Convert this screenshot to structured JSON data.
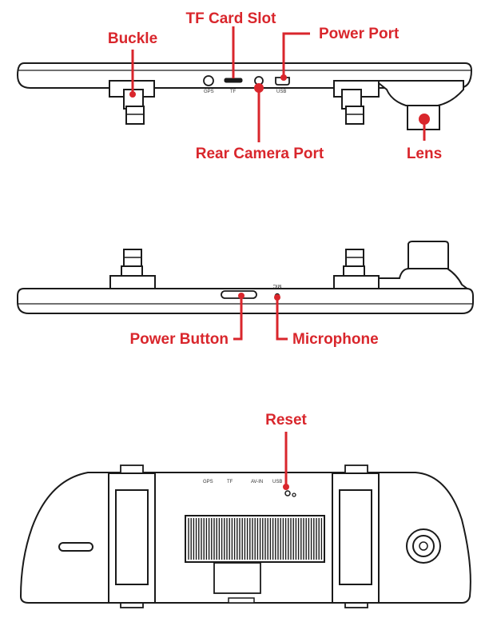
{
  "colors": {
    "accent": "#d9262c",
    "line": "#1a1a1a"
  },
  "labels": {
    "buckle": "Buckle",
    "tf_card_slot": "TF Card Slot",
    "power_port": "Power Port",
    "rear_camera_port": "Rear Camera Port",
    "lens": "Lens",
    "power_button": "Power Button",
    "microphone": "Microphone",
    "reset": "Reset"
  },
  "port_marks": {
    "top": {
      "gps": "GPS",
      "tf": "TF",
      "usb": "USB"
    },
    "middle": {
      "mic": "MIC"
    },
    "bottom": {
      "gps": "GPS",
      "tf": "TF",
      "av_in": "AV-IN",
      "usb": "USB"
    }
  }
}
